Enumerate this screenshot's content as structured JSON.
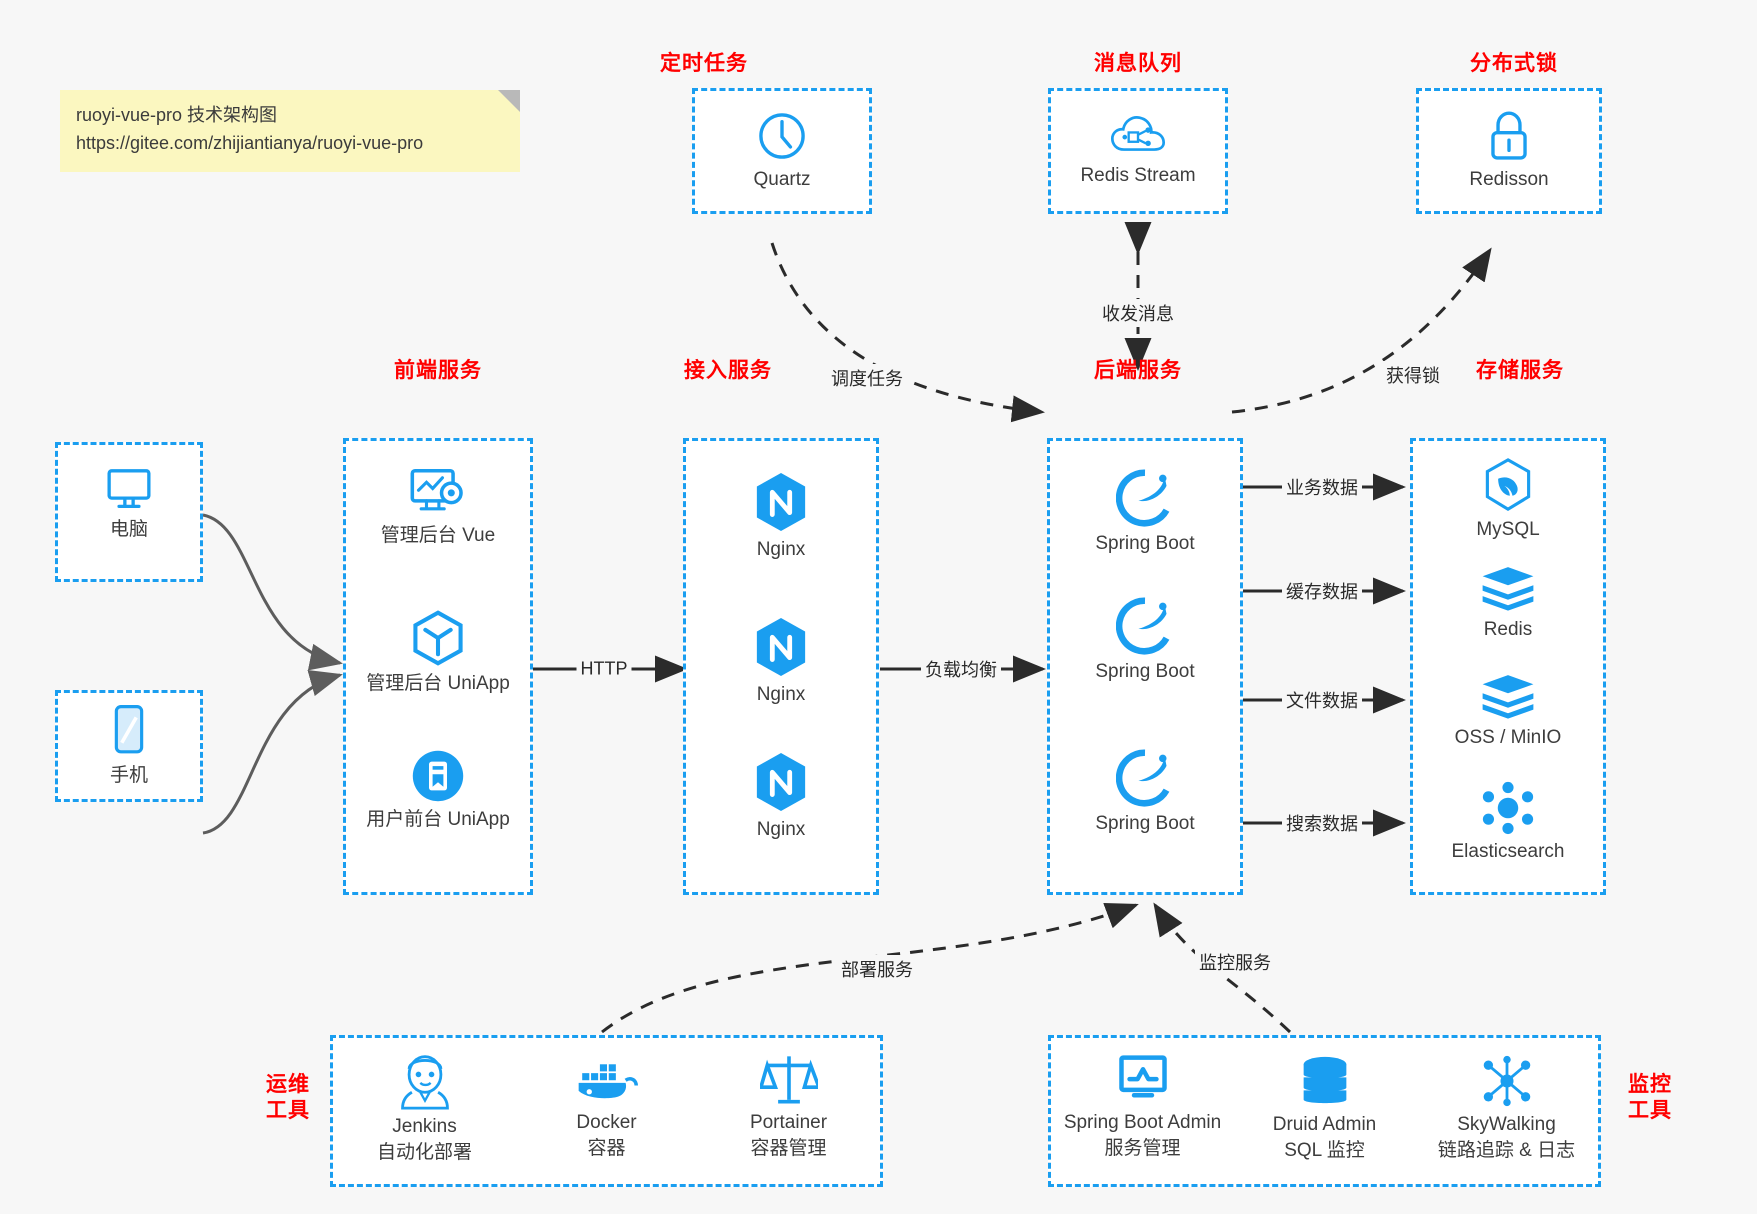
{
  "note": {
    "line1": "ruoyi-vue-pro 技术架构图",
    "line2": "https://gitee.com/zhijiantianya/ruoyi-vue-pro"
  },
  "colors": {
    "accent_blue": "#1a9ef0",
    "title_red": "#ff0000",
    "edge_gray": "#555555",
    "note_yellow": "#fbf7c0",
    "canvas_bg": "#f7f7f7"
  },
  "groups": {
    "scheduled": {
      "title": "定时任务"
    },
    "mq": {
      "title": "消息队列"
    },
    "lock": {
      "title": "分布式锁"
    },
    "frontend": {
      "title": "前端服务"
    },
    "gateway": {
      "title": "接入服务"
    },
    "backend": {
      "title": "后端服务"
    },
    "storage": {
      "title": "存储服务"
    },
    "devops": {
      "title_line1": "运维",
      "title_line2": "工具"
    },
    "monitor": {
      "title_line1": "监控",
      "title_line2": "工具"
    }
  },
  "clients": [
    {
      "label": "电脑",
      "icon": "desktop-monitor-icon"
    },
    {
      "label": "手机",
      "icon": "mobile-phone-icon"
    }
  ],
  "scheduled_nodes": [
    {
      "label": "Quartz",
      "icon": "clock-icon"
    }
  ],
  "mq_nodes": [
    {
      "label": "Redis Stream",
      "icon": "cloud-stream-icon"
    }
  ],
  "lock_nodes": [
    {
      "label": "Redisson",
      "icon": "padlock-icon"
    }
  ],
  "frontend_nodes": [
    {
      "label": "管理后台 Vue",
      "icon": "dashboard-settings-icon"
    },
    {
      "label": "管理后台 UniApp",
      "icon": "cube-icon"
    },
    {
      "label": "用户前台 UniApp",
      "icon": "app-window-icon"
    }
  ],
  "gateway_nodes": [
    {
      "label": "Nginx",
      "icon": "nginx-icon"
    },
    {
      "label": "Nginx",
      "icon": "nginx-icon"
    },
    {
      "label": "Nginx",
      "icon": "nginx-icon"
    }
  ],
  "backend_nodes": [
    {
      "label": "Spring Boot",
      "icon": "spring-leaf-icon"
    },
    {
      "label": "Spring Boot",
      "icon": "spring-leaf-icon"
    },
    {
      "label": "Spring Boot",
      "icon": "spring-leaf-icon"
    }
  ],
  "storage_nodes": [
    {
      "label": "MySQL",
      "icon": "mysql-dolphin-icon"
    },
    {
      "label": "Redis",
      "icon": "redis-stack-icon"
    },
    {
      "label": "OSS / MinIO",
      "icon": "redis-stack-icon"
    },
    {
      "label": "Elasticsearch",
      "icon": "elasticsearch-icon"
    }
  ],
  "devops_nodes": [
    {
      "label": "Jenkins",
      "sub": "自动化部署",
      "icon": "jenkins-butler-icon"
    },
    {
      "label": "Docker",
      "sub": "容器",
      "icon": "docker-whale-icon"
    },
    {
      "label": "Portainer",
      "sub": "容器管理",
      "icon": "scales-balance-icon"
    }
  ],
  "monitor_nodes": [
    {
      "label": "Spring Boot Admin",
      "sub": "服务管理",
      "icon": "monitor-chart-icon"
    },
    {
      "label": "Druid Admin",
      "sub": "SQL 监控",
      "icon": "database-cylinder-icon"
    },
    {
      "label": "SkyWalking",
      "sub": "链路追踪 & 日志",
      "icon": "skywalking-nodes-icon"
    }
  ],
  "edge_labels": {
    "schedule_task": "调度任务",
    "send_receive_msg": "收发消息",
    "acquire_lock": "获得锁",
    "http": "HTTP",
    "load_balance": "负载均衡",
    "business_data": "业务数据",
    "cache_data": "缓存数据",
    "file_data": "文件数据",
    "search_data": "搜索数据",
    "deploy_service": "部署服务",
    "monitor_service": "监控服务"
  }
}
